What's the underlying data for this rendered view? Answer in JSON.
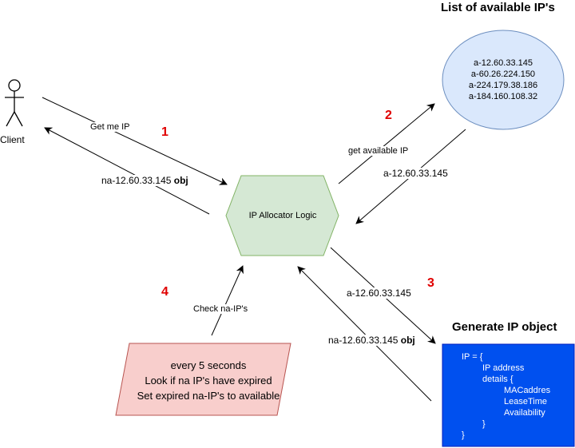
{
  "actor": {
    "label": "Client"
  },
  "central_node": {
    "label": "IP Allocator Logic"
  },
  "ip_pool": {
    "title": "List of available IP's",
    "items": [
      "a-12.60.33.145",
      "a-60.26.224.150",
      "a-224.179.38.186",
      "a-184.160.108.32"
    ]
  },
  "generator": {
    "title": "Generate IP object",
    "lines": [
      "IP = {",
      "IP address",
      "details {",
      "MACaddres",
      "LeaseTime",
      "Availability",
      "}",
      "}"
    ]
  },
  "expiry_task": {
    "lines": [
      "every  5 seconds",
      "Look if na IP's have expired",
      "Set expired na-IP's to available"
    ]
  },
  "edges": {
    "get_ip": "Get me IP",
    "return_prefix": "na-12.60.33.145",
    "obj_suffix": "obj",
    "get_available": "get available IP",
    "available_reply": "a-12.60.33.145",
    "to_generator": "a-12.60.33.145",
    "from_generator_prefix": "na-12.60.33.145",
    "check_na": "Check na-IP's"
  },
  "steps": [
    "1",
    "2",
    "3",
    "4"
  ],
  "colors": {
    "hexagon_fill": "#d5e8d4",
    "hexagon_stroke": "#82b366",
    "ellipse_fill": "#dae8fc",
    "ellipse_stroke": "#6c8ebf",
    "parallelogram_fill": "#f8cecc",
    "parallelogram_stroke": "#b85450",
    "object_fill": "#0050ef",
    "object_stroke": "#001dbc",
    "step_color": "#e00000"
  },
  "icons": [
    "actor-icon"
  ]
}
